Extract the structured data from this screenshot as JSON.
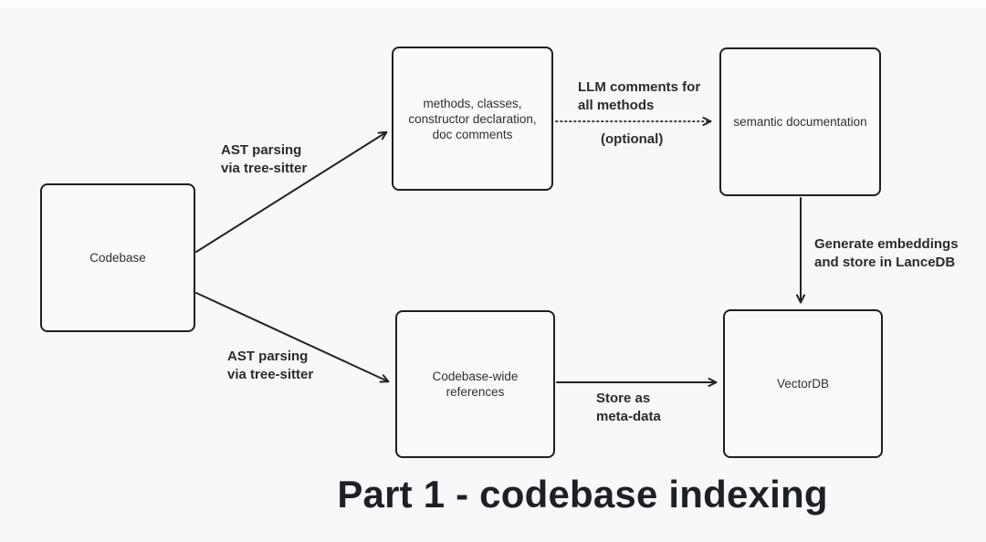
{
  "diagram": {
    "title": "Part 1 - codebase indexing",
    "colors": {
      "background": "#f7f8f9",
      "node_fill": "#f9fafb",
      "stroke": "#222326",
      "text": "#2e2f33",
      "title_text": "#1d2025"
    },
    "nodes": {
      "codebase": {
        "label": "Codebase"
      },
      "ast_output": {
        "label": "methods, classes,\nconstructor declaration,\ndoc comments"
      },
      "semantic_doc": {
        "label": "semantic documentation"
      },
      "references": {
        "label": "Codebase-wide\nreferences"
      },
      "vectordb": {
        "label": "VectorDB"
      }
    },
    "edges": {
      "ast_top": {
        "label": "AST parsing\nvia tree-sitter",
        "style": "solid-arrow"
      },
      "ast_bottom": {
        "label": "AST parsing\nvia tree-sitter",
        "style": "solid-arrow"
      },
      "llm_comments": {
        "label": "LLM comments for\nall methods",
        "note": "(optional)",
        "style": "dotted-arrow"
      },
      "generate_embeddings": {
        "label": "Generate embeddings\nand store in LanceDB",
        "style": "solid-arrow"
      },
      "store_metadata": {
        "label": "Store as\nmeta-data",
        "style": "solid-arrow"
      }
    }
  }
}
